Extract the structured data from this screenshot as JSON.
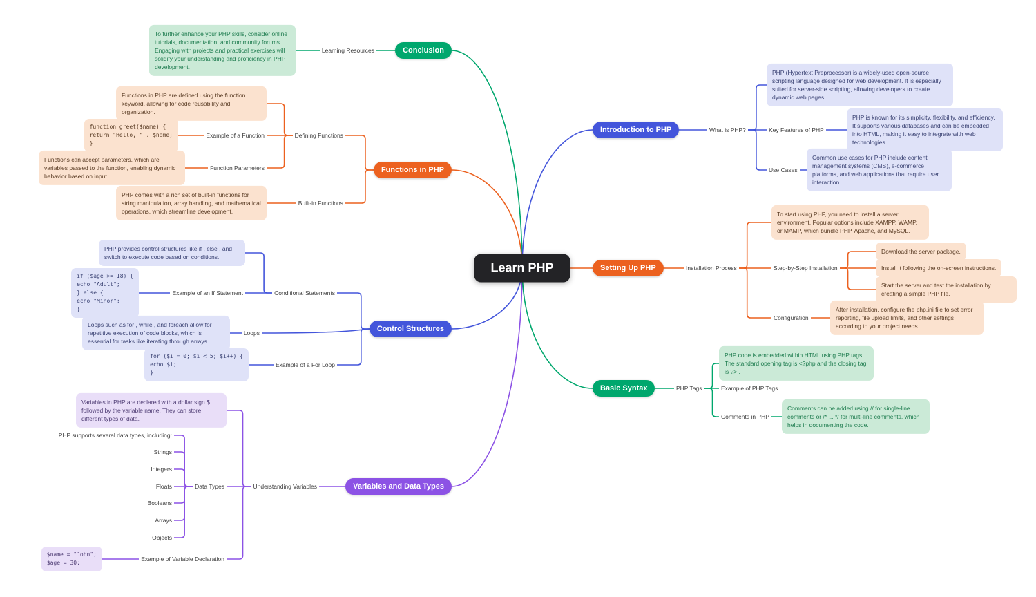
{
  "colors": {
    "green": "#00A76D",
    "orange": "#EC611F",
    "indigo": "#4355DB",
    "purple": "#8C52E5",
    "center_bg": "#232326",
    "green_light": "#CBEAD7",
    "orange_light": "#FBE2CF",
    "indigo_light": "#DFE2F8",
    "purple_light": "#E9DEF8"
  },
  "center": {
    "label": "Learn PHP"
  },
  "conclusion": {
    "label": "Conclusion",
    "learning_resources_label": "Learning Resources",
    "learning_resources_text": "To further enhance your PHP skills, consider online tutorials, documentation, and community forums. Engaging with projects and practical exercises will solidify your understanding and proficiency in PHP development."
  },
  "functions": {
    "label": "Functions in PHP",
    "defining_label": "Defining Functions",
    "defining_text": "Functions in PHP are defined using the function keyword, allowing for code reusability and organization.",
    "example_function_label": "Example of a Function",
    "example_function_code": "function greet($name) {\nreturn \"Hello, \" . $name;\n}",
    "parameters_label": "Function Parameters",
    "parameters_text": "Functions can accept parameters, which are variables passed to the function, enabling dynamic behavior based on input.",
    "builtin_label": "Built-in Functions",
    "builtin_text": "PHP comes with a rich set of built-in functions for string manipulation, array handling, and mathematical operations, which streamline development."
  },
  "control": {
    "label": "Control Structures",
    "conditional_label": "Conditional Statements",
    "conditional_text": "PHP provides control structures like if , else , and switch to execute code based on conditions.",
    "example_if_label": "Example of an If Statement",
    "example_if_code": "if ($age >= 18) {\necho \"Adult\";\n} else {\necho \"Minor\";\n}",
    "loops_label": "Loops",
    "loops_text": "Loops such as for , while , and foreach allow for repetitive execution of code blocks, which is essential for tasks like iterating through arrays.",
    "example_for_label": "Example of a For Loop",
    "example_for_code": "for ($i = 0; $i < 5; $i++) {\necho $i;\n}"
  },
  "variables": {
    "label": "Variables and Data Types",
    "understanding_label": "Understanding Variables",
    "understanding_text": "Variables in PHP are declared with a dollar sign $ followed by the variable name. They can store different types of data.",
    "data_types_label": "Data Types",
    "data_types_intro": "PHP supports several data types, including:",
    "types": [
      "Strings",
      "Integers",
      "Floats",
      "Booleans",
      "Arrays",
      "Objects"
    ],
    "example_declaration_label": "Example of Variable Declaration",
    "example_declaration_code": "$name = \"John\";\n$age = 30;"
  },
  "introduction": {
    "label": "Introduction to PHP",
    "what_is_label": "What is PHP?",
    "what_is_text": "PHP (Hypertext Preprocessor) is a widely-used open-source scripting language designed for web development. It is especially suited for server-side scripting, allowing developers to create dynamic web pages.",
    "key_features_label": "Key Features of PHP",
    "key_features_text": "PHP is known for its simplicity, flexibility, and efficiency. It supports various databases and can be embedded into HTML, making it easy to integrate with web technologies.",
    "use_cases_label": "Use Cases",
    "use_cases_text": "Common use cases for PHP include content management systems (CMS), e-commerce platforms, and web applications that require user interaction."
  },
  "setup": {
    "label": "Setting Up PHP",
    "installation_label": "Installation Process",
    "installation_text": "To start using PHP, you need to install a server environment. Popular options include XAMPP, WAMP, or MAMP, which bundle PHP, Apache, and MySQL.",
    "steps_label": "Step-by-Step Installation",
    "step1": "Download the server package.",
    "step2": "Install it following the on-screen instructions.",
    "step3": "Start the server and test the installation by creating a simple PHP file.",
    "configuration_label": "Configuration",
    "configuration_text": "After installation, configure the php.ini file to set error reporting, file upload limits, and other settings according to your project needs."
  },
  "syntax": {
    "label": "Basic Syntax",
    "php_tags_label": "PHP Tags",
    "php_tags_text": "PHP code is embedded within HTML using PHP tags. The standard opening tag is <?php and the closing tag is ?> .",
    "example_tags_label": "Example of PHP Tags",
    "comments_label": "Comments in PHP",
    "comments_text": "Comments can be added using // for single-line comments or /* ... */ for multi-line comments, which helps in documenting the code."
  }
}
